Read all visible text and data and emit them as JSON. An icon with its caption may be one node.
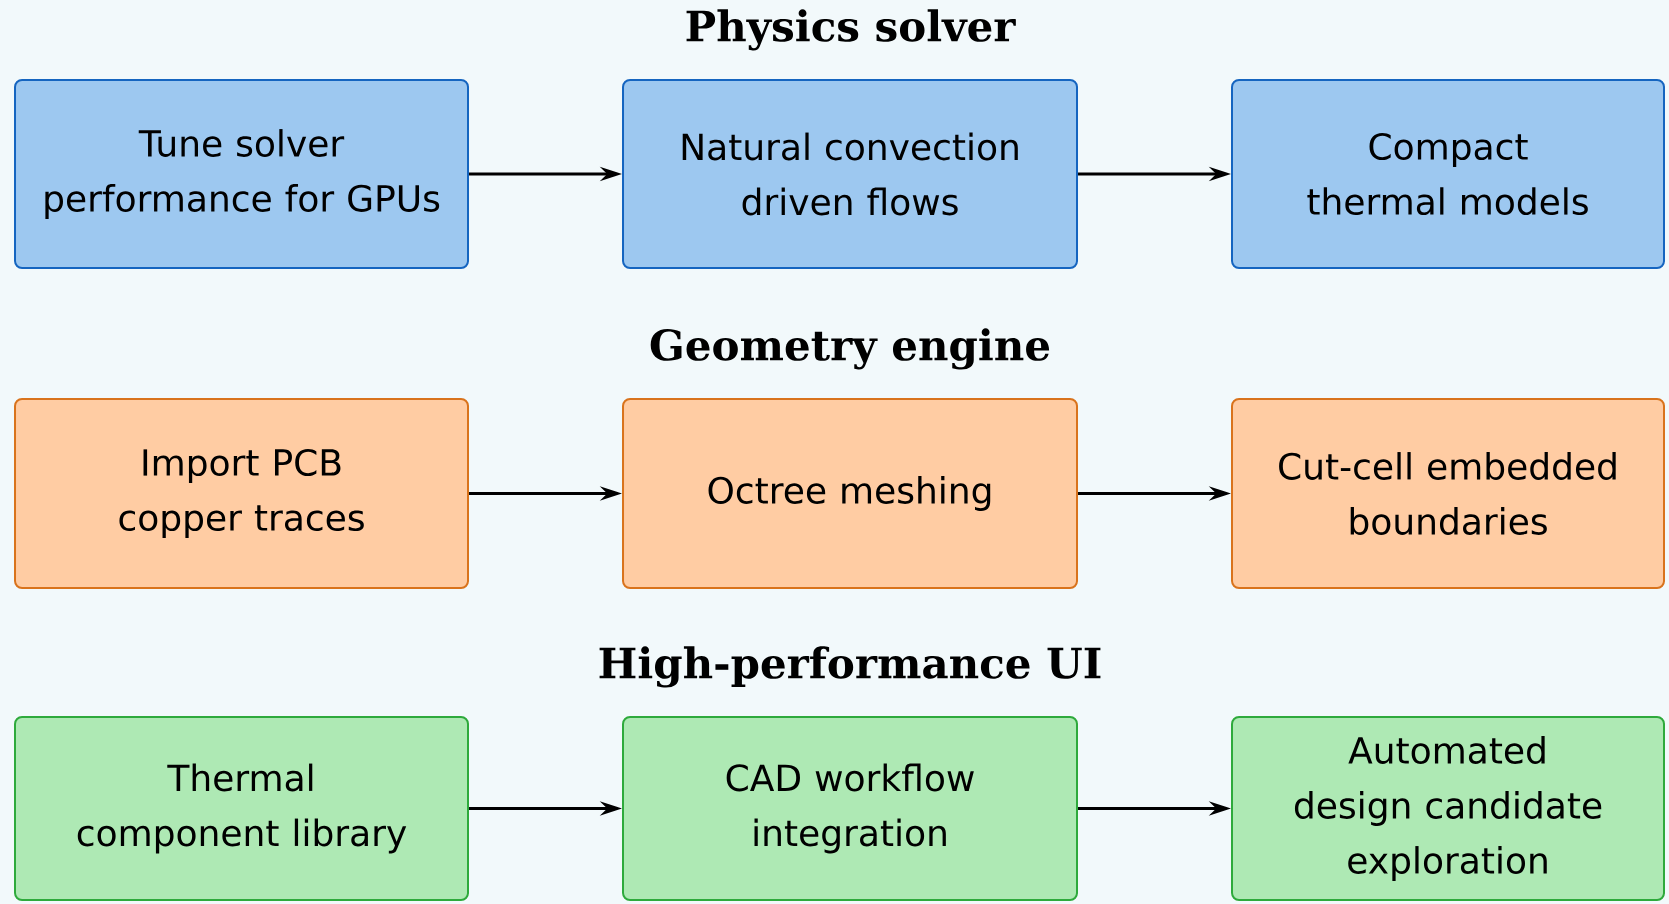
{
  "diagram": {
    "nodes": [
      {
        "text": [
          "Tune solver performance for GPUs"
        ]
      },
      {
        "text": [
          "Natural convection driven flows"
        ]
      },
      {
        "text": [
          "Compact thermal models"
        ]
      },
      {
        "text": [
          "Import PCB copper traces"
        ]
      },
      {
        "text": [
          "Octree meshing"
        ]
      },
      {
        "text": [
          "Cut-cell embedded boundaries"
        ]
      },
      {
        "text": [
          "Thermal component library"
        ]
      },
      {
        "text": [
          "CAD workflow integration"
        ]
      },
      {
        "text": [
          "Automated design candidate exploration"
        ]
      }
    ],
    "edges": [
      {
        "from": 0,
        "to": 1,
        "arrow": "to"
      },
      {
        "from": 1,
        "to": 2,
        "arrow": "to"
      },
      {
        "from": 3,
        "to": 4,
        "arrow": "to"
      },
      {
        "from": 4,
        "to": 5,
        "arrow": "to"
      },
      {
        "from": 6,
        "to": 7,
        "arrow": "to"
      },
      {
        "from": 7,
        "to": 8,
        "arrow": "to"
      }
    ],
    "labels": [
      "Physics solver",
      "Geometry engine",
      "High-performance UI"
    ]
  }
}
